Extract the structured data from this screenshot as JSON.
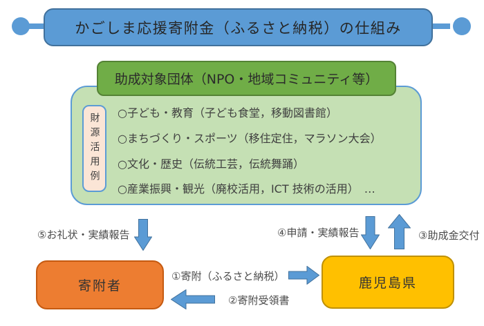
{
  "banner": {
    "title": "かごしま応援寄附金（ふるさと納税）の仕組み"
  },
  "recipient_group": {
    "header": "助成対象団体（NPO・地域コミュニティ等）",
    "side_label": "財源活用例",
    "items": [
      "○子ども・教育（子ども食堂，移動図書館）",
      "○まちづくり・スポーツ（移住定住，マラソン大会）",
      "○文化・歴史（伝統工芸，伝統舞踊）",
      "○産業振興・観光（廃校活用，ICT 技術の活用）　…"
    ]
  },
  "flows": {
    "step1": "①寄附（ふるさと納税）",
    "step2": "②寄附受領書",
    "step3": "③助成金交付",
    "step4": "④申請・実績報告",
    "step5": "⑤お礼状・実績報告"
  },
  "actors": {
    "donor": "寄附者",
    "prefecture": "鹿児島県"
  },
  "colors": {
    "banner_blue": "#5b9bd5",
    "banner_blue_border": "#41719c",
    "header_green": "#70ad47",
    "header_green_border": "#548235",
    "body_light_green": "#c5e0b4",
    "side_label_peach": "#fbe5d6",
    "arrow_blue": "#5b9bd5",
    "donor_orange": "#ed7d31",
    "donor_orange_border": "#c55a11",
    "prefecture_yellow": "#ffc000",
    "prefecture_yellow_border": "#bf9000",
    "text_dark": "#3f3f3f"
  }
}
